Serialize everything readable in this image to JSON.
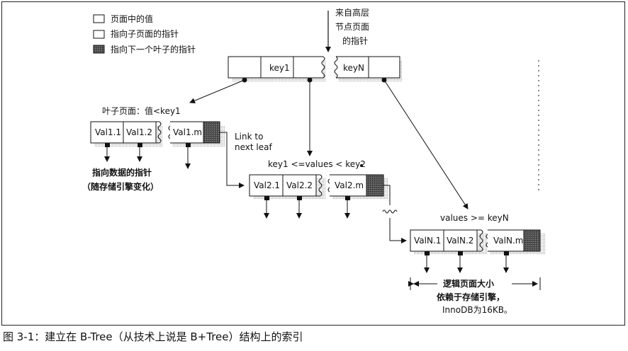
{
  "legend": {
    "value_cell": "页面中的值",
    "child_pointer": "指向子页面的指针",
    "next_leaf_pointer": "指向下一个叶子的指针"
  },
  "root": {
    "from_upper": [
      "来自高层",
      "节点页面",
      "的指针"
    ],
    "key1": "key1",
    "keyN": "keyN"
  },
  "leaf1": {
    "label": "叶子页面：值<key1",
    "cells": [
      "Val1.1",
      "Val1.2",
      "Val1.m"
    ],
    "data_pointer_note": [
      "指向数据的指针",
      "（随存储引擎变化）"
    ]
  },
  "link_next_leaf": [
    "Link to",
    "next leaf"
  ],
  "leaf2": {
    "label": "key1 <=values < key2",
    "cells": [
      "Val2.1",
      "Val2.2",
      "Val2.m"
    ]
  },
  "leafN": {
    "label": "values >= keyN",
    "cells": [
      "ValN.1",
      "ValN.2",
      "ValN.m"
    ]
  },
  "page_size_note": [
    "逻辑页面大小",
    "依赖于存储引擎，",
    "InnoDB为16KB。"
  ],
  "caption": "图 3-1：建立在 B-Tree（从技术上说是 B+Tree）结构上的索引"
}
